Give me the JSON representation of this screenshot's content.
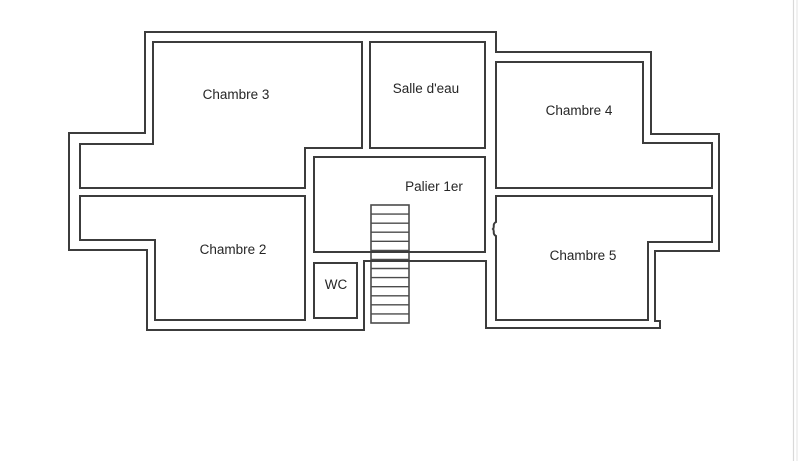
{
  "floorplan": {
    "rooms": {
      "chambre3": {
        "label": "Chambre 3"
      },
      "salle_deau": {
        "label": "Salle d'eau"
      },
      "chambre4": {
        "label": "Chambre 4"
      },
      "palier": {
        "label": "Palier 1er"
      },
      "chambre2": {
        "label": "Chambre 2"
      },
      "wc": {
        "label": "WC"
      },
      "chambre5": {
        "label": "Chambre 5"
      }
    },
    "colors": {
      "wall": "#3c3c3c",
      "stair": "#4b4b4b",
      "label_text": "#262626",
      "background": "#ffffff",
      "page_edge": "#d9d9d9"
    }
  }
}
